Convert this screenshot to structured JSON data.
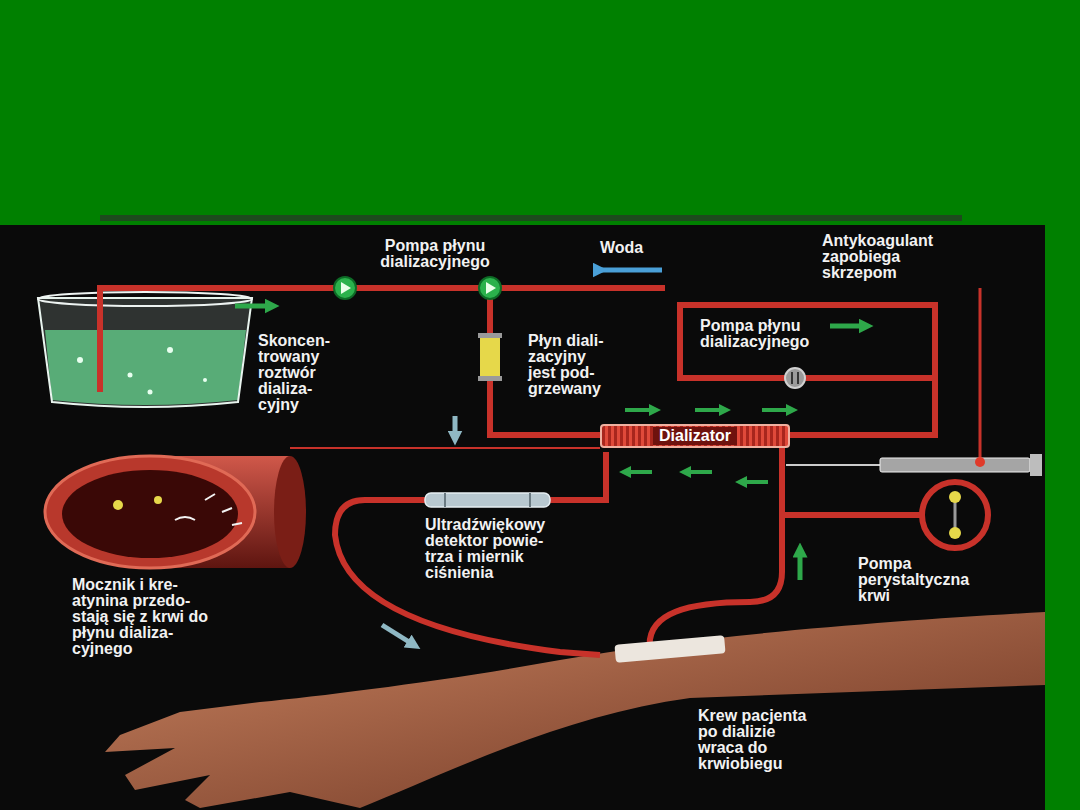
{
  "diagram": {
    "nodes": [
      {
        "text": [
          "Dializator"
        ]
      }
    ],
    "labels": [
      "Pompa płynu dializacyjnego",
      "Woda",
      "Antykoagulant zapobiega skrzepom",
      "Skoncen- trowany roztwór dializa- cyjny",
      "Płyn diali- zacyjny jest pod- grzewany",
      "Pompa płynu dializacyjnego",
      "Ultradźwiękowy detektor powie- trza i miernik ciśnienia",
      "Mocznik i kre- atynina przedo- stają się z krwi do płynu dializa- cyjnego",
      "Pompa perystaltyczna krwi",
      "Krew pacjenta po dializie wraca do krwiobiegu"
    ]
  }
}
